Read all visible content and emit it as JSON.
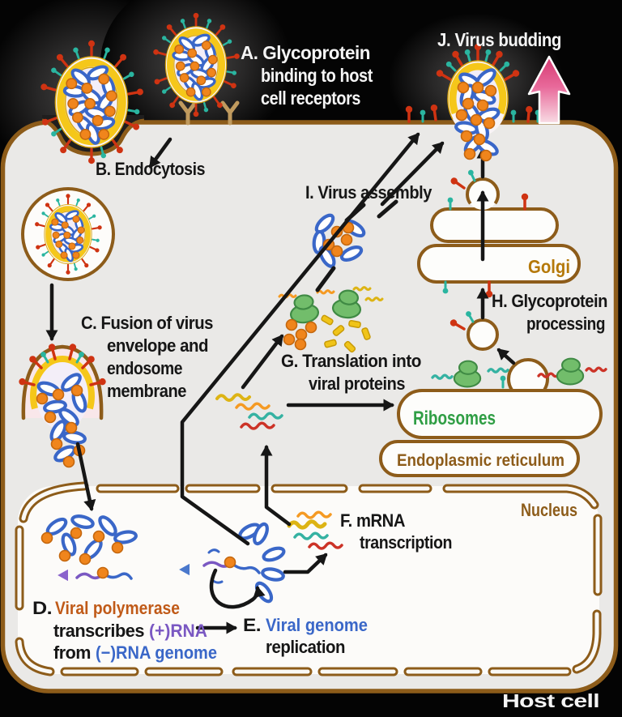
{
  "palette": {
    "background": "#040404",
    "cell_fill": "#eae9e7",
    "membrane_brown": "#8d5c1a",
    "envelope_yellow": "#f5c71a",
    "rna_blue": "#3a67c8",
    "protein_orange": "#f0851c",
    "spike_red": "#cf3312",
    "spike_teal": "#2ab5a0",
    "ribosome_green": "#72bd6b",
    "label_white": "#f5f5f5",
    "label_black": "#161616",
    "label_green": "#2f9e44",
    "label_gold": "#b5790a",
    "label_brown": "#8d5c1a",
    "label_orange": "#c05a18",
    "label_purple": "#7a58c2",
    "label_blue": "#3a67c8",
    "budding_pink": "#dc3d75"
  },
  "labels": {
    "a": {
      "line1": "A. Glycoprotein",
      "line2": "binding to host",
      "line3": "cell receptors"
    },
    "b": "B. Endocytosis",
    "c": {
      "line1": "C. Fusion of virus",
      "line2": "envelope and",
      "line3": "endosome",
      "line4": "membrane"
    },
    "d": {
      "prefix": "D.",
      "colored": "Viral polymerase",
      "line2_black": "transcribes",
      "line2_purple": "(+)RNA",
      "line3_black": "from",
      "line3_blue": "(−)RNA genome"
    },
    "e": {
      "prefix": "E.",
      "colored": "Viral genome",
      "line2": "replication"
    },
    "f": {
      "line1": "F. mRNA",
      "line2": "transcription"
    },
    "g": {
      "line1": "G. Translation into",
      "line2": "viral proteins"
    },
    "h": {
      "line1": "H. Glycoprotein",
      "line2": "processing"
    },
    "i": "I. Virus assembly",
    "j": "J. Virus budding",
    "organelles": {
      "golgi": "Golgi",
      "ribosomes": "Ribosomes",
      "endoplasmic_reticulum": "Endoplasmic reticulum",
      "nucleus": "Nucleus"
    },
    "host_cell": "Host cell"
  }
}
